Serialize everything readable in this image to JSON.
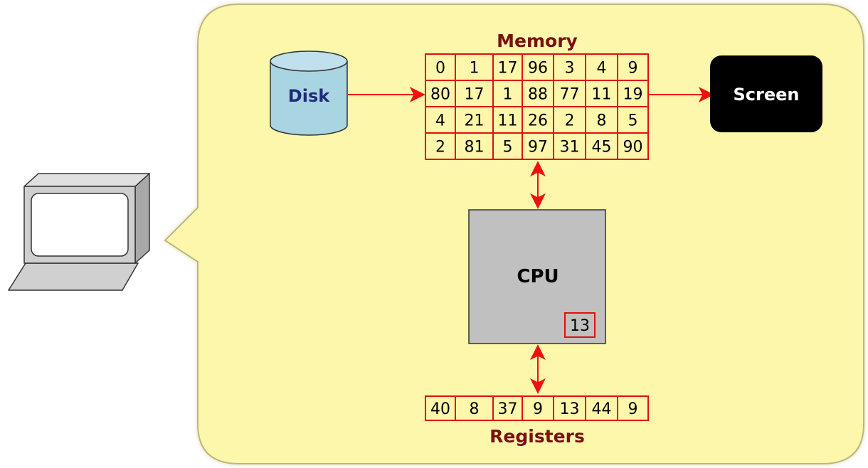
{
  "colors": {
    "bubble_fill": "#fdf7ac",
    "bubble_stroke": "#bdb87a",
    "cell_stroke": "#e01010",
    "arrow": "#ee1111",
    "label": "#7a1010",
    "disk_fill": "#a9d4e2",
    "cpu_fill": "#c0c0c0",
    "screen_fill": "#000000"
  },
  "memory": {
    "label": "Memory",
    "rows": [
      [
        "0",
        "1",
        "17",
        "96",
        "3",
        "4",
        "9"
      ],
      [
        "80",
        "17",
        "1",
        "88",
        "77",
        "11",
        "19"
      ],
      [
        "4",
        "21",
        "11",
        "26",
        "2",
        "8",
        "5"
      ],
      [
        "2",
        "81",
        "5",
        "97",
        "31",
        "45",
        "90"
      ]
    ]
  },
  "disk": {
    "label": "Disk"
  },
  "screen": {
    "label": "Screen"
  },
  "cpu": {
    "label": "CPU",
    "register_value": "13"
  },
  "registers": {
    "label": "Registers",
    "values": [
      "40",
      "8",
      "37",
      "9",
      "13",
      "44",
      "9"
    ]
  },
  "icons": {
    "computer": "computer-monitor-icon"
  }
}
